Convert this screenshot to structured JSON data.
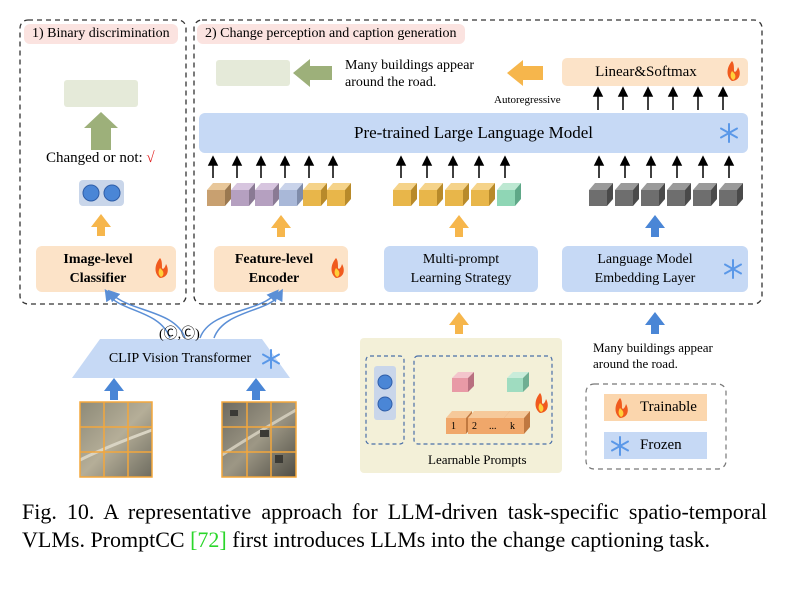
{
  "sections": {
    "binary": "1) Binary discrimination",
    "change": "2) Change perception and caption generation"
  },
  "blocks": {
    "image_classifier": "Image-level\nClassifier",
    "feature_encoder": "Feature-level\nEncoder",
    "multi_prompt": "Multi-prompt\nLearning Strategy",
    "lm_embedding": "Language Model\nEmbedding Layer",
    "llm": "Pre-trained Large Language Model",
    "linear_softmax": "Linear&Softmax",
    "clip": "CLIP Vision Transformer",
    "learnable_prompts": "Learnable Prompts"
  },
  "texts": {
    "changed_or_not": "Changed or not:",
    "check": "√",
    "output_caption": "Many buildings appear\naround the road.",
    "input_caption": "Many buildings appear\naround the road.",
    "autoregressive": "Autoregressive",
    "clip_pair": "(Ⓒ,Ⓒ)"
  },
  "prompt_tokens": [
    "1",
    "2",
    "...",
    "k"
  ],
  "legend": {
    "trainable": "Trainable",
    "frozen": "Frozen"
  },
  "caption": {
    "prefix": "Fig. 10.  A representative approach for LLM-driven task-specific spatio-temporal VLMs. PromptCC ",
    "ref": "[72]",
    "suffix": " first introduces LLMs into the change captioning task."
  },
  "colors": {
    "trainable": "#fce3c8",
    "frozen": "#c6d9f5",
    "arrow_orange": "#f6b64c",
    "arrow_blue": "#4a86d6",
    "arrow_green": "#9db07a",
    "ref_green": "#2bd62b",
    "check_red": "#e02020"
  }
}
